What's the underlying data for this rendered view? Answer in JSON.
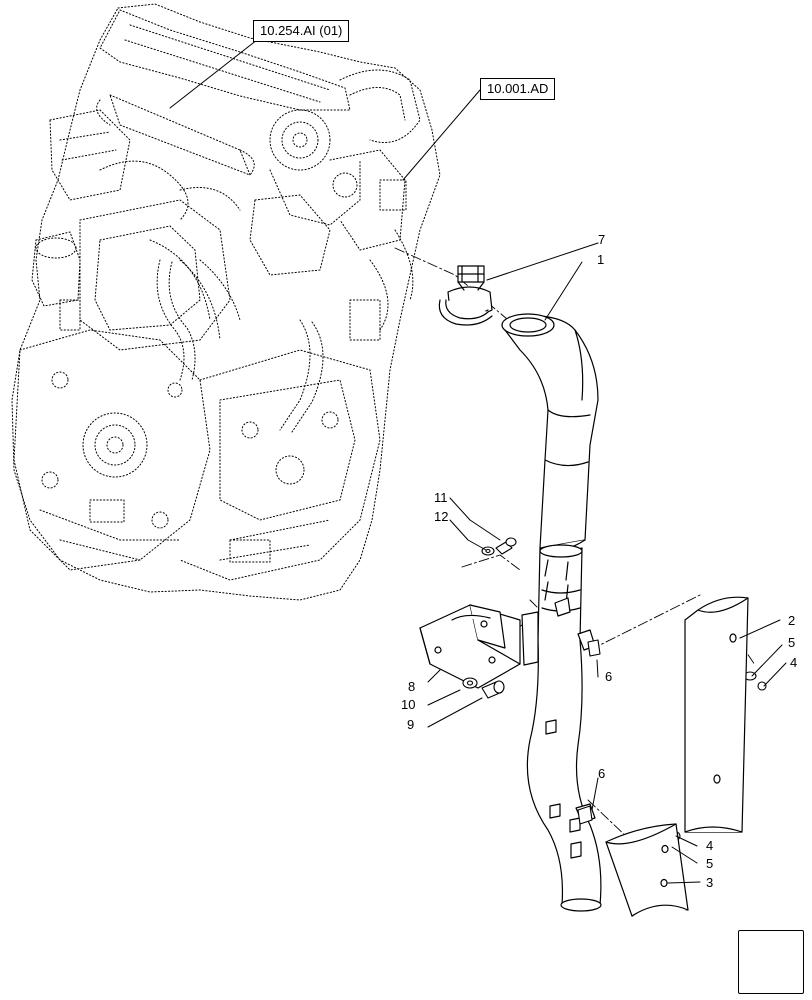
{
  "references": {
    "ref_top": "10.254.AI (01)",
    "ref_right": "10.001.AD"
  },
  "callouts": {
    "c1": "1",
    "c2": "2",
    "c3": "3",
    "c4a": "4",
    "c4b": "4",
    "c5a": "5",
    "c5b": "5",
    "c6a": "6",
    "c6b": "6",
    "c7": "7",
    "c8": "8",
    "c9": "9",
    "c10": "10",
    "c11": "11",
    "c12": "12"
  },
  "icons": {
    "nav": "next-page-arrow-icon"
  },
  "colors": {
    "line": "#000000",
    "background": "#ffffff"
  }
}
